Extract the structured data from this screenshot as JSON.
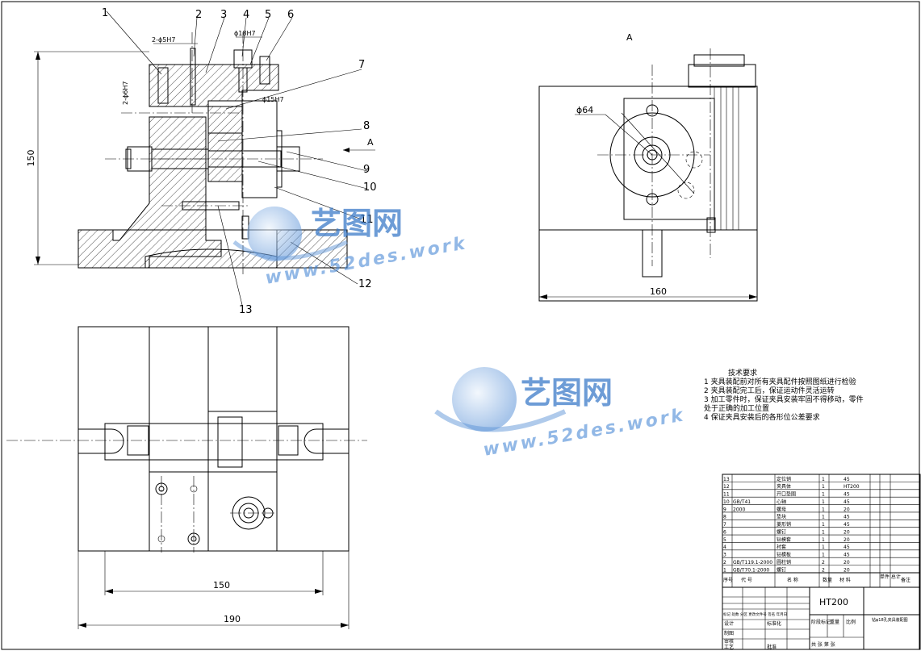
{
  "balloons": [
    "1",
    "2",
    "3",
    "4",
    "5",
    "6",
    "7",
    "8",
    "9",
    "10",
    "11",
    "12",
    "13"
  ],
  "dims": {
    "hole_2x5": "2-ϕ5H7",
    "hole_18": "ϕ18H7",
    "hole_2x6": "2-ϕ6H7",
    "hole_15": "ϕ15H7",
    "height_150": "150",
    "view_a_label": "A",
    "view_a_title": "A",
    "dia_64": "ϕ64",
    "width_160": "160",
    "width_150": "150",
    "width_190": "190"
  },
  "watermark": {
    "cn": "艺图网",
    "url": "www.52des.work"
  },
  "notes": {
    "title": "技术要求",
    "items": [
      "1  夹具装配前对所有夹具配件按照图纸进行检验",
      "2  夹具装配完工后，保证运动件灵活运转",
      "3  加工零件时，保证夹具安装牢固不得移动，零件处于正确的加工位置",
      "4  保证夹具安装后的各形位公差要求"
    ]
  },
  "bom": {
    "rows": [
      {
        "no": "13",
        "code": "",
        "name": "定位销",
        "qty": "1",
        "mat": "45"
      },
      {
        "no": "12",
        "code": "",
        "name": "夹具体",
        "qty": "1",
        "mat": "HT200"
      },
      {
        "no": "11",
        "code": "",
        "name": "开口垫圈",
        "qty": "1",
        "mat": "45"
      },
      {
        "no": "10",
        "code": "GB/T41",
        "name": "心轴",
        "qty": "1",
        "mat": "45"
      },
      {
        "no": "9",
        "code": "2000",
        "name": "螺母",
        "qty": "1",
        "mat": "20"
      },
      {
        "no": "8",
        "code": "",
        "name": "垫块",
        "qty": "1",
        "mat": "45"
      },
      {
        "no": "7",
        "code": "",
        "name": "菱形销",
        "qty": "1",
        "mat": "45"
      },
      {
        "no": "6",
        "code": "",
        "name": "螺钉",
        "qty": "1",
        "mat": "20"
      },
      {
        "no": "5",
        "code": "",
        "name": "钻模套",
        "qty": "1",
        "mat": "20"
      },
      {
        "no": "4",
        "code": "",
        "name": "衬套",
        "qty": "1",
        "mat": "45"
      },
      {
        "no": "3",
        "code": "",
        "name": "钻模板",
        "qty": "1",
        "mat": "45"
      },
      {
        "no": "2",
        "code": "GB/T119.1-2000",
        "name": "圆柱销",
        "qty": "2",
        "mat": "20"
      },
      {
        "no": "1",
        "code": "GB/T70.1-2000",
        "name": "螺钉",
        "qty": "2",
        "mat": "20"
      }
    ],
    "header": {
      "no": "序号",
      "code": "代  号",
      "name": "名  称",
      "qty": "数量",
      "mat": "材  料",
      "weight": "单件 总计",
      "remark": "备注"
    },
    "material": "HT200",
    "drawing_title": "钻φ18孔夹具装配图"
  },
  "title_block": {
    "marks": "标记  处数  分区  更改文件号  签名  年月日",
    "design": "设计",
    "standard": "标准化",
    "draw": "制图",
    "check": "审核",
    "process": "工艺",
    "approve": "批准",
    "stage": "阶段标记",
    "weight": "重量",
    "scale": "比例",
    "sheets": "共   张   第   张"
  }
}
